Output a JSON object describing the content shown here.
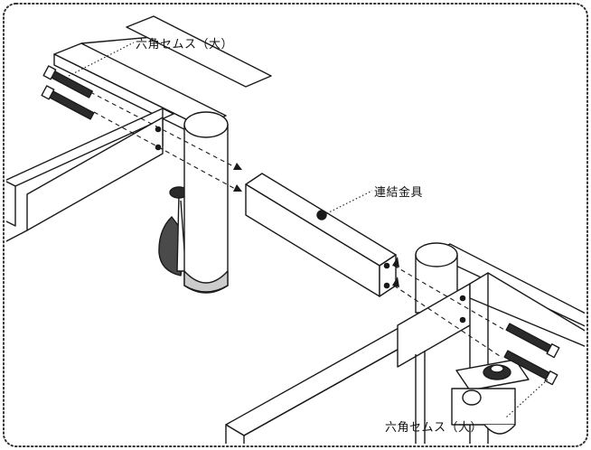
{
  "labels": {
    "bolt_top": "六角セムス（大）",
    "connector": "連結金具",
    "bolt_bottom": "六角セムス（大）"
  },
  "colors": {
    "line": "#1a1a1a",
    "fill": "#ffffff",
    "dark": "#2b2b2b",
    "caster": "#4a4a4a",
    "border": "#333333"
  }
}
